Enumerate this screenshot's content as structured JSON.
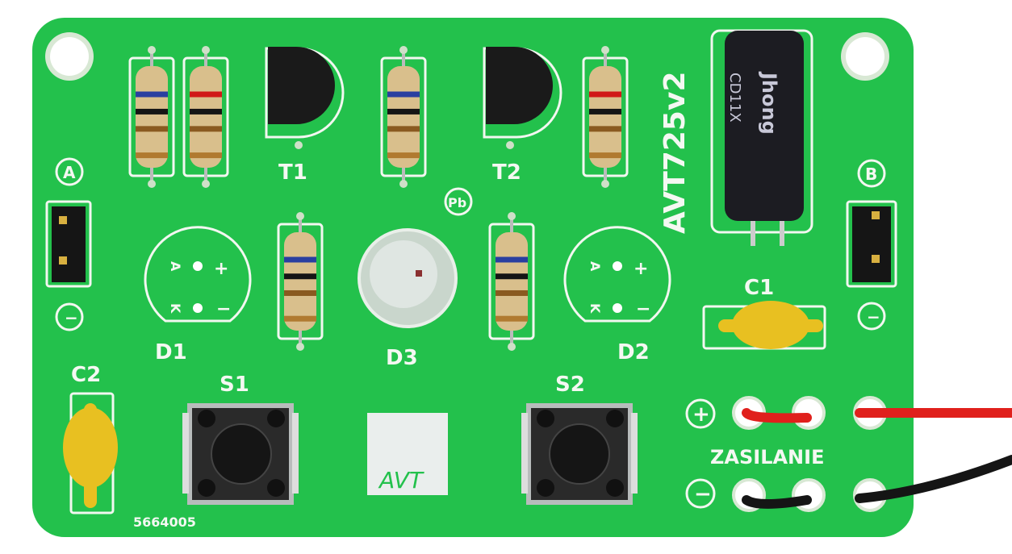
{
  "board": {
    "model": "AVT725v2",
    "serial": "5664005",
    "power_label": "ZASILANIE",
    "logo": "AVT",
    "pb_free_mark": "Pb",
    "colors": {
      "board": "#23c14c",
      "silk": "#f2f7f0",
      "wire_red": "#e0201c",
      "wire_black": "#151515",
      "cap_yellow": "#e8c021"
    }
  },
  "labels": {
    "t1": "T1",
    "t2": "T2",
    "d1": "D1",
    "d2": "D2",
    "d3": "D3",
    "c1": "C1",
    "c2": "C2",
    "s1": "S1",
    "s2": "S2",
    "jumper_a": "A",
    "jumper_b": "B",
    "minus": "−",
    "plus": "+",
    "led_anode": "A",
    "led_cathode": "K"
  },
  "capacitor": {
    "brand": "Jhong",
    "series": "CD11X"
  }
}
